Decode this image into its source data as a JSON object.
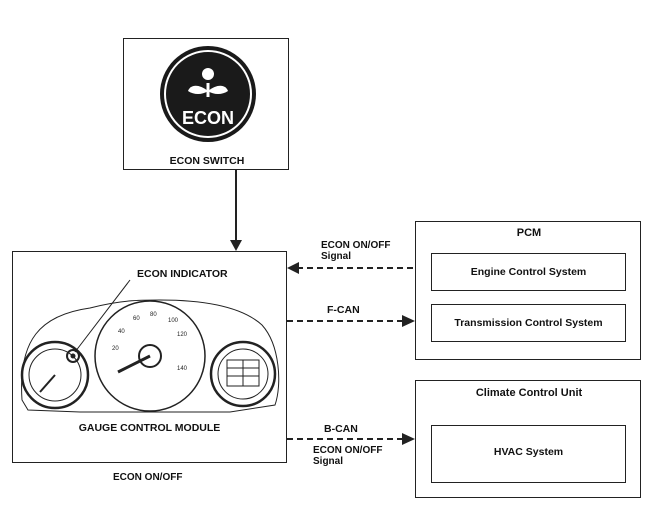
{
  "econ_switch": {
    "icon_text": "ECON",
    "label": "ECON SWITCH"
  },
  "gauge_module": {
    "indicator_label": "ECON INDICATOR",
    "label": "GAUGE CONTROL MODULE"
  },
  "pcm": {
    "title": "PCM",
    "engine": "Engine Control System",
    "transmission": "Transmission Control System"
  },
  "climate": {
    "title": "Climate Control Unit",
    "hvac": "HVAC System"
  },
  "signals": {
    "econ_onoff_signal_1_line1": "ECON ON/OFF",
    "econ_onoff_signal_1_line2": "Signal",
    "fcan": "F-CAN",
    "bcan": "B-CAN",
    "econ_onoff_signal_2_line1": "ECON ON/OFF",
    "econ_onoff_signal_2_line2": "Signal",
    "bottom_caption": "ECON ON/OFF"
  },
  "colors": {
    "line": "#222222",
    "switch_fill": "#1a1a1a",
    "switch_text": "#ffffff"
  }
}
